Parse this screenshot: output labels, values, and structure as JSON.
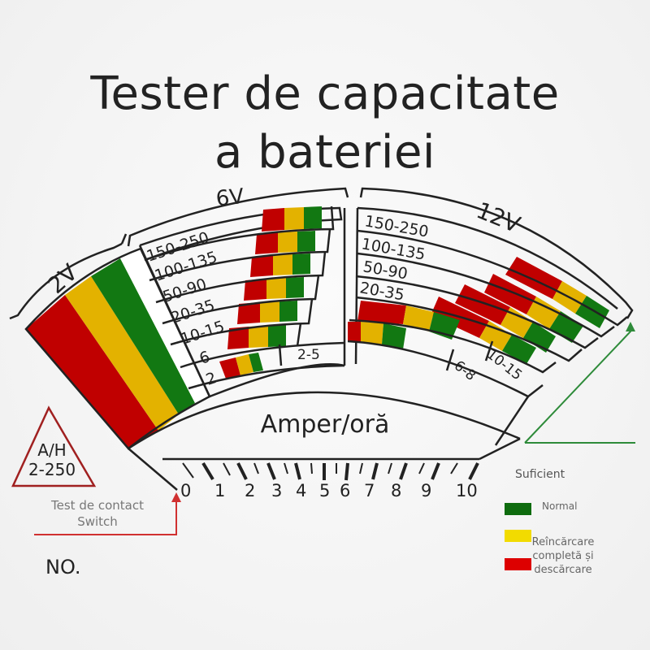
{
  "title": {
    "line1": "Tester de capacitate",
    "line2": "a bateriei"
  },
  "colors": {
    "red": "#c00000",
    "yellow": "#e3b200",
    "green": "#127812",
    "legend_green": "#0e6b0e",
    "legend_yellow": "#f2db00",
    "legend_red": "#dd0000",
    "switch_arrow": "#d03030",
    "range_arrow": "#2e8b3a"
  },
  "dial": {
    "groups": [
      {
        "label": "2V"
      },
      {
        "label": "6V",
        "ranges": [
          "150-250",
          "100-135",
          "50-90",
          "20-35",
          "10-15",
          "6",
          "2",
          "2-5"
        ]
      },
      {
        "label": "12V",
        "ranges": [
          "150-250",
          "100-135",
          "50-90",
          "20-35",
          "6-8",
          "10-15"
        ]
      }
    ],
    "unit": "Amper/oră",
    "scale": [
      "0",
      "1",
      "2",
      "3",
      "4",
      "5",
      "6",
      "7",
      "8",
      "9",
      "10"
    ]
  },
  "badge": {
    "line1": "A/H",
    "line2": "2-250"
  },
  "switch_label": {
    "line1": "Test de contact",
    "line2": "Switch"
  },
  "serial_label": "NO.",
  "legend": {
    "title": "Suficient",
    "items": [
      {
        "label": "Normal",
        "color": "green"
      },
      {
        "label": "",
        "color": "yellow"
      },
      {
        "label": "Reîncărcare completă și descărcare",
        "color": "red"
      }
    ]
  }
}
